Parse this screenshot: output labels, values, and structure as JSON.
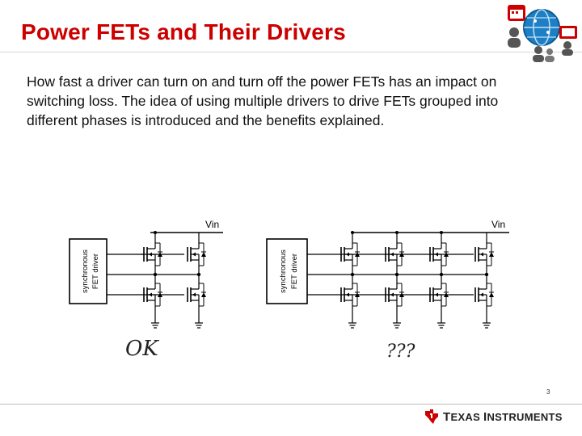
{
  "slide": {
    "title": "Power FETs and Their Drivers",
    "body": "How fast a driver can turn on and turn off the power FETs has an impact on switching loss. The idea of using multiple drivers to drive FETs grouped into different phases is introduced and the benefits explained.",
    "page_number": "3"
  },
  "diagram_left": {
    "driver_label_line1": "synchronous",
    "driver_label_line2": "FET driver",
    "supply_label": "Vin",
    "verdict": "OK"
  },
  "diagram_right": {
    "driver_label_line1": "synchronous",
    "driver_label_line2": "FET driver",
    "supply_label": "Vin",
    "verdict": "???"
  },
  "footer": {
    "brand_first": "T",
    "brand_rest1": "EXAS",
    "brand_second": "I",
    "brand_rest2": "NSTRUMENTS"
  },
  "colors": {
    "title": "#cc0000",
    "ti_red": "#cc0000",
    "icon_blue": "#1f7fc4"
  }
}
